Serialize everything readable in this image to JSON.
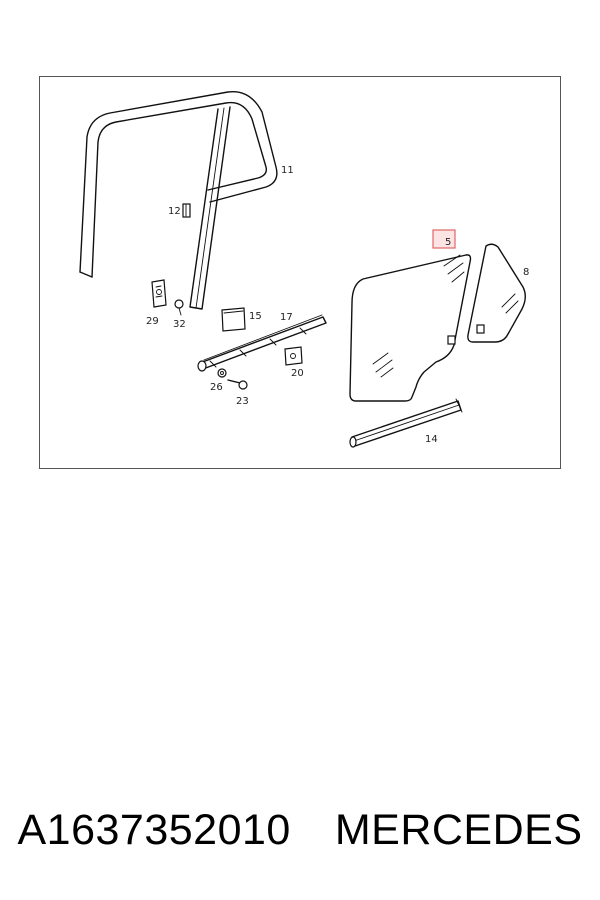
{
  "diagram": {
    "callouts": {
      "c5": "5",
      "c8": "8",
      "c11": "11",
      "c12": "12",
      "c14": "14",
      "c15": "15",
      "c17": "17",
      "c20": "20",
      "c23": "23",
      "c26": "26",
      "c29": "29",
      "c32": "32"
    },
    "highlight_color": "#e06666",
    "highlight_fill": "#fde4e4"
  },
  "caption": {
    "part_number": "A1637352010",
    "brand": "MERCEDES"
  }
}
